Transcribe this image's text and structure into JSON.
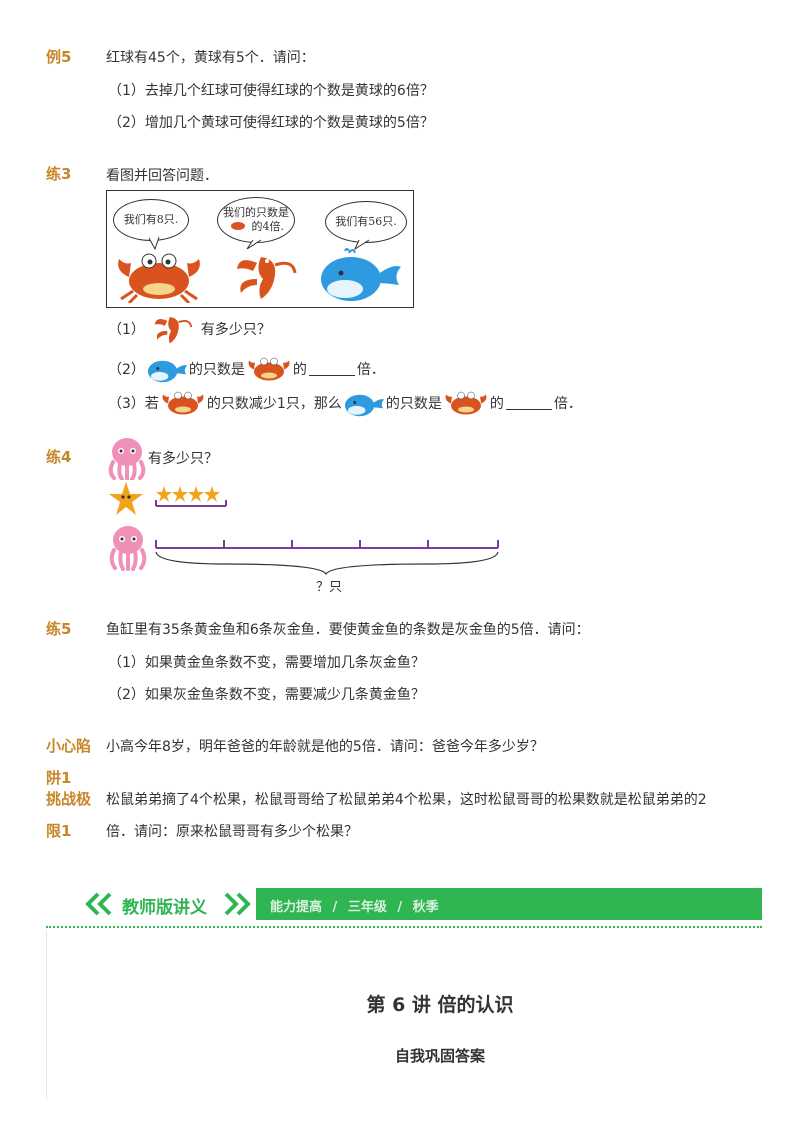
{
  "ex5": {
    "tag": "例5",
    "line": "红球有45个，黄球有5个．请问：",
    "q1": "（1）去掉几个红球可使得红球的个数是黄球的6倍？",
    "q2": "（2）增加几个黄球可使得红球的个数是黄球的5倍？"
  },
  "p3": {
    "tag": "练3",
    "line": "看图并回答问题．",
    "bubble1": "我们有8只.",
    "bubble2a": "我们的只数是",
    "bubble2b": "的4倍.",
    "bubble3": "我们有56只.",
    "q1a": "（1）",
    "q1b": "有多少只？",
    "q2a": "（2）",
    "q2b": "的只数是",
    "q2c": "的",
    "q2d": "倍．",
    "q3a": "（3）若",
    "q3b": "的只数减少1只，那么",
    "q3c": "的只数是",
    "q3d": "的",
    "q3e": "倍．"
  },
  "p4": {
    "tag": "练4",
    "line": "有多少只？",
    "brace_label": "？只"
  },
  "p5": {
    "tag": "练5",
    "line": "鱼缸里有35条黄金鱼和6条灰金鱼．要使黄金鱼的条数是灰金鱼的5倍．请问：",
    "q1": "（1）如果黄金鱼条数不变，需要增加几条灰金鱼？",
    "q2": "（2）如果灰金鱼条数不变，需要减少几条黄金鱼？"
  },
  "trap": {
    "tag": "小心陷",
    "line": "小高今年8岁，明年爸爸的年龄就是他的5倍．请问：爸爸今年多少岁？"
  },
  "challenge": {
    "tag1": "阱1",
    "tag2": "挑战极",
    "tag3": "限1",
    "line1": "松鼠弟弟摘了4个松果，松鼠哥哥给了松鼠弟弟4个松果，这时松鼠哥哥的松果数就是松鼠弟弟的2",
    "line2": "倍．请问：原来松鼠哥哥有多少个松果？"
  },
  "banner": {
    "brand_a": "教师版",
    "brand_b": "讲义",
    "crumb1": "能力提高",
    "sep": "/",
    "crumb2": "三年级",
    "crumb3": "秋季"
  },
  "answer": {
    "title": "第 6 讲  倍的认识",
    "subtitle": "自我巩固答案"
  },
  "colors": {
    "tag": "#c8862a",
    "banner_green": "#2fb552",
    "crab": "#d9531e",
    "whale": "#2e9be0",
    "octopus": "#f08fb8",
    "star": "#f3a21c",
    "segment_line": "#7b3c9c"
  }
}
